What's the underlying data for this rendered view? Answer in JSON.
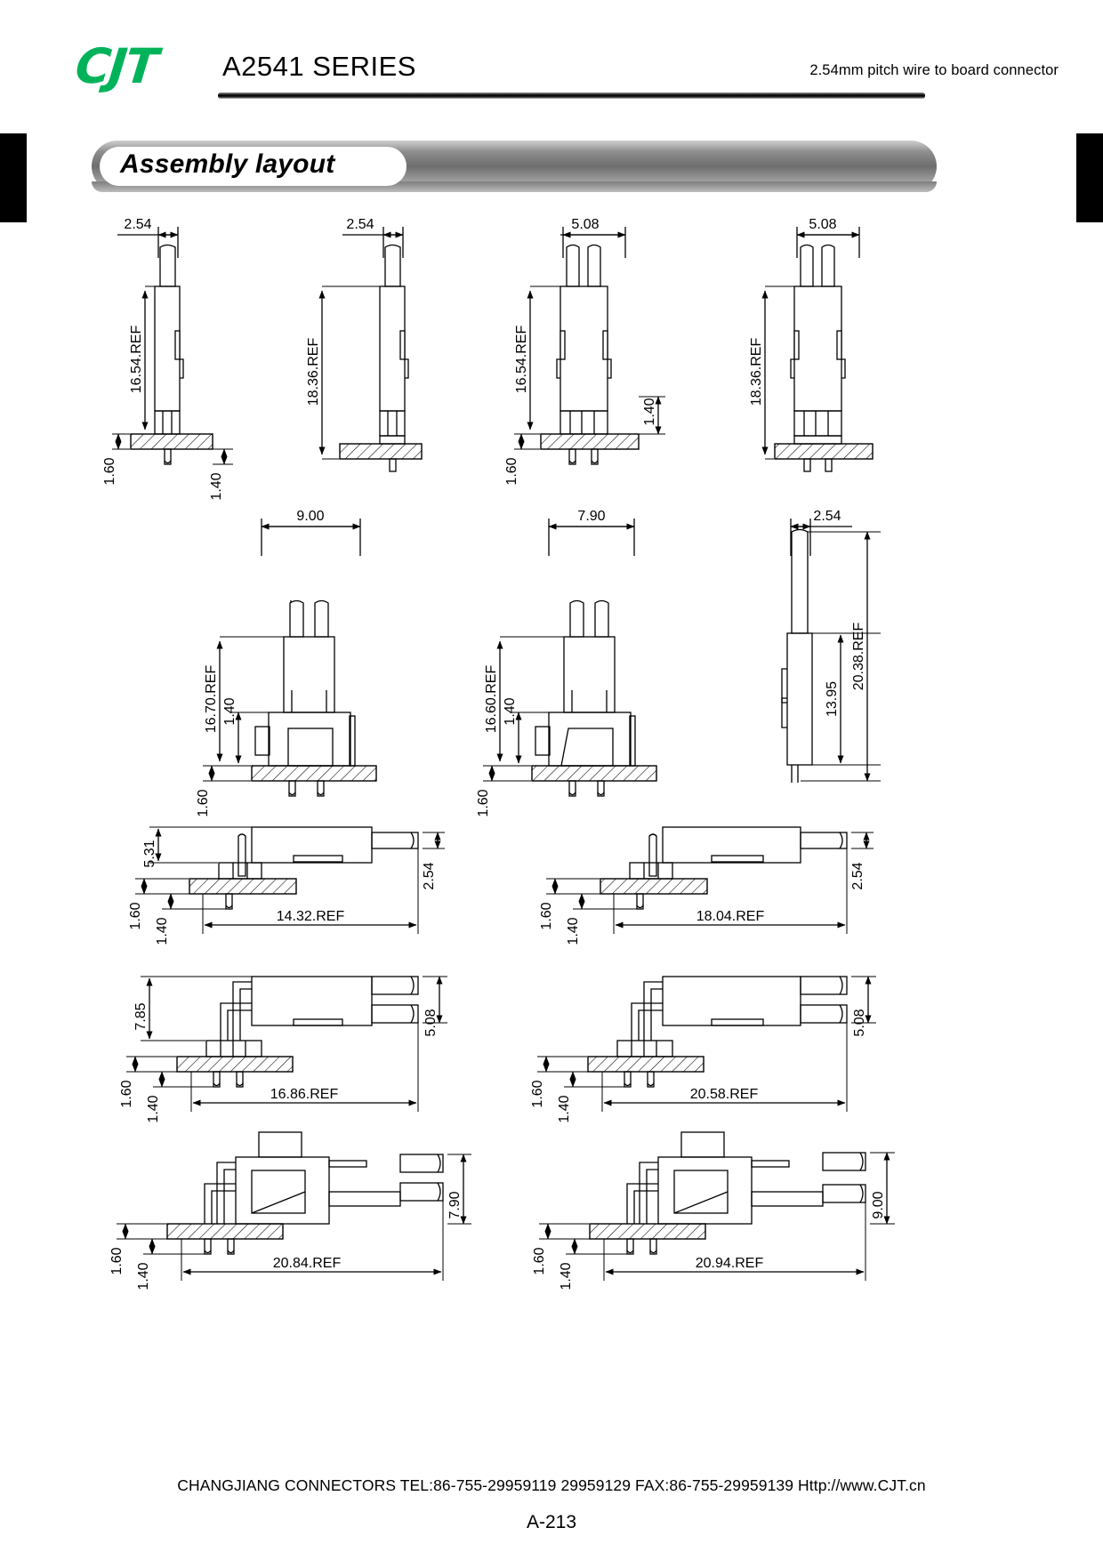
{
  "header": {
    "logo_text": "CJT",
    "logo_color": "#00b35a",
    "series_title": "A2541 SERIES",
    "subtitle": "2.54mm pitch wire to board connector"
  },
  "section": {
    "banner_label": "Assembly layout"
  },
  "footer": {
    "company_line": "CHANGJIANG CONNECTORS  TEL:86-755-29959119 29959129  FAX:86-755-29959139 Http://www.CJT.cn",
    "page_number": "A-213"
  },
  "drawings": {
    "row1": [
      {
        "name": "single-row-vertical-header-1pin",
        "top_dim": "2.54",
        "height_dim": "16.54.REF",
        "board_dim": "1.60",
        "pin_dim": "1.40"
      },
      {
        "name": "single-row-vertical-header-1pin-tall",
        "top_dim": "2.54",
        "height_dim": "18.36.REF"
      },
      {
        "name": "dual-pin-vertical-header-short",
        "top_dim": "5.08",
        "height_dim": "16.54.REF",
        "board_dim": "1.60",
        "pin_dim": "1.40"
      },
      {
        "name": "dual-pin-vertical-header-tall",
        "top_dim": "5.08",
        "height_dim": "18.36.REF"
      }
    ],
    "row2": [
      {
        "name": "vertical-housing-assembly-9mm",
        "top_dim": "9.00",
        "height_dim": "16.70.REF",
        "board_dim": "1.60",
        "pin_dim": "1.40"
      },
      {
        "name": "vertical-housing-assembly-7p9mm",
        "top_dim": "7.90",
        "height_dim": "16.60.REF",
        "board_dim": "1.60",
        "pin_dim": "1.40"
      },
      {
        "name": "side-view-crimp-terminal",
        "top_dim": "2.54",
        "inner_dim": "13.95",
        "height_dim": "20.38.REF"
      }
    ],
    "row3": [
      {
        "name": "right-angle-header-single-14p32",
        "height_dim": "5.31",
        "length_dim": "14.32.REF",
        "pitch_dim": "2.54",
        "board_dim": "1.60",
        "pin_dim": "1.40"
      },
      {
        "name": "right-angle-header-single-18p04",
        "length_dim": "18.04.REF",
        "pitch_dim": "2.54",
        "board_dim": "1.60",
        "pin_dim": "1.40"
      }
    ],
    "row4": [
      {
        "name": "right-angle-header-dual-16p86",
        "height_dim": "7.85",
        "length_dim": "16.86.REF",
        "pitch_dim": "5.08",
        "board_dim": "1.60",
        "pin_dim": "1.40"
      },
      {
        "name": "right-angle-header-dual-20p58",
        "length_dim": "20.58.REF",
        "pitch_dim": "5.08",
        "board_dim": "1.60",
        "pin_dim": "1.40"
      }
    ],
    "row5": [
      {
        "name": "right-angle-assembly-20p84",
        "length_dim": "20.84.REF",
        "pitch_dim": "7.90",
        "board_dim": "1.60",
        "pin_dim": "1.40"
      },
      {
        "name": "right-angle-assembly-20p94",
        "length_dim": "20.94.REF",
        "pitch_dim": "9.00",
        "board_dim": "1.60",
        "pin_dim": "1.40"
      }
    ]
  }
}
